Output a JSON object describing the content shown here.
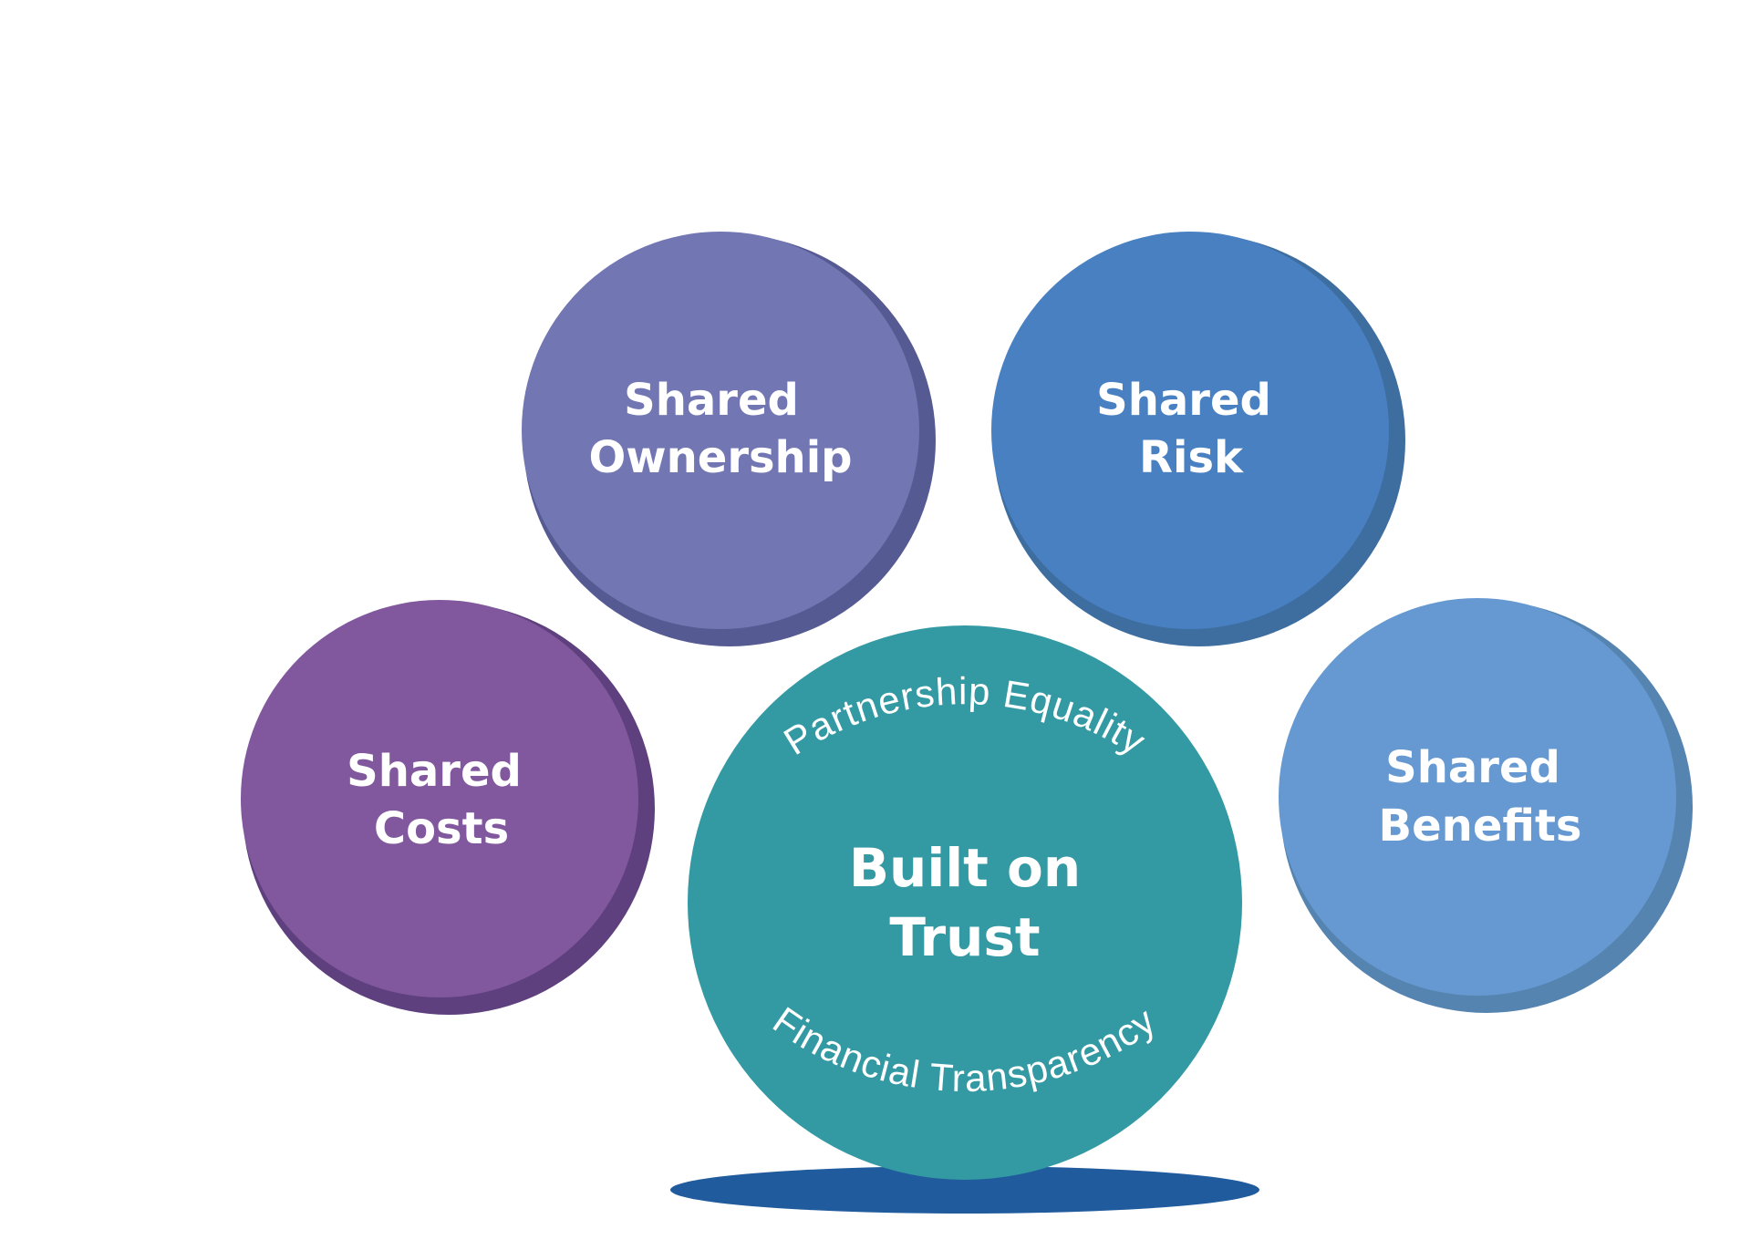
{
  "center": {
    "title_line1": "Built on",
    "title_line2": "Trust",
    "arc_top": "Partnership Equality",
    "arc_bottom": "Financial Transparency",
    "color": "#3399A3"
  },
  "bubbles": [
    {
      "line1": "Shared",
      "line2": "Ownership",
      "color": "#7276B3",
      "shade": "#555A93"
    },
    {
      "line1": "Shared",
      "line2": "Risk",
      "color": "#4880C2",
      "shade": "#3E6E9F"
    },
    {
      "line1": "Shared",
      "line2": "Costs",
      "color": "#81589D",
      "shade": "#5F407E"
    },
    {
      "line1": "Shared",
      "line2": "Benefits",
      "color": "#6699D1",
      "shade": "#5584B0"
    }
  ],
  "shadow_color": "#205B9D"
}
